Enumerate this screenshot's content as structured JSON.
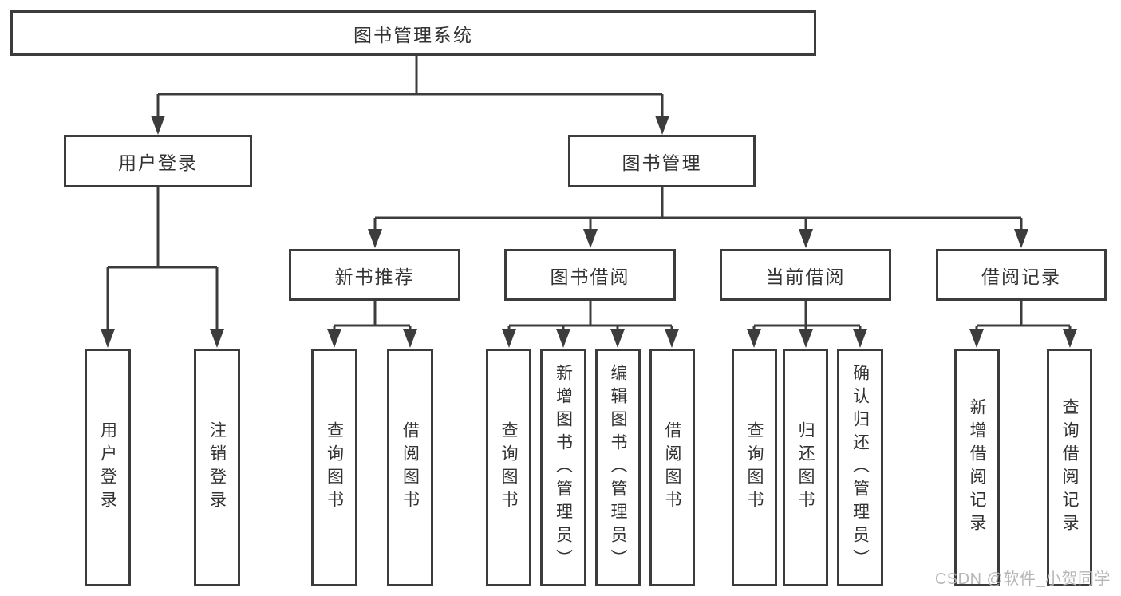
{
  "tree": {
    "root": {
      "label": "图书管理系统"
    },
    "user_login": {
      "label": "用户登录",
      "children": [
        "用户登录",
        "注销登录"
      ]
    },
    "book_mgmt": {
      "label": "图书管理"
    },
    "new_books": {
      "label": "新书推荐",
      "children": [
        "查询图书",
        "借阅图书"
      ]
    },
    "book_borrow": {
      "label": "图书借阅",
      "children": [
        "查询图书",
        "新增图书（管理员）",
        "编辑图书（管理员）",
        "借阅图书"
      ]
    },
    "current_borrow": {
      "label": "当前借阅",
      "children": [
        "查询图书",
        "归还图书",
        "确认归还（管理员）"
      ]
    },
    "borrow_records": {
      "label": "借阅记录",
      "children": [
        "新增借阅记录",
        "查询借阅记录"
      ]
    }
  },
  "watermark": "CSDN @软件_小贺同学",
  "colors": {
    "line": "#3c3c3c",
    "text": "#333333",
    "background": "#ffffff",
    "watermark": "#b4b4b4"
  }
}
